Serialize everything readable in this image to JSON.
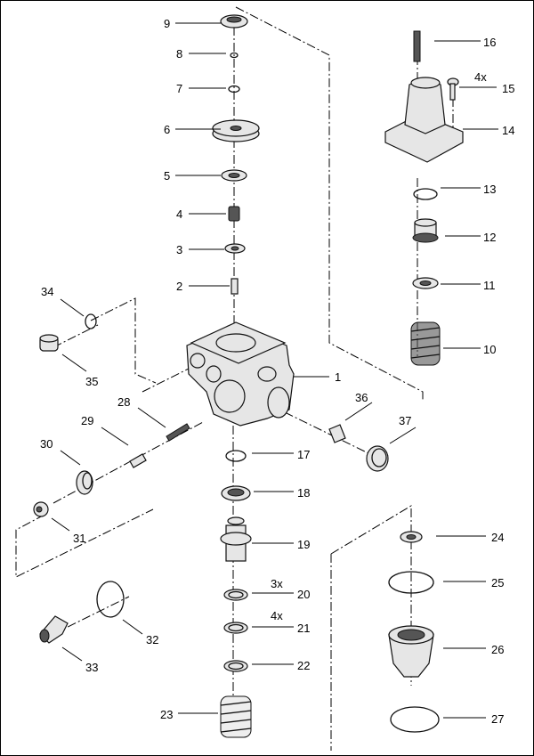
{
  "callouts": [
    {
      "id": "9",
      "label": "9"
    },
    {
      "id": "8",
      "label": "8"
    },
    {
      "id": "7",
      "label": "7"
    },
    {
      "id": "6",
      "label": "6"
    },
    {
      "id": "5",
      "label": "5"
    },
    {
      "id": "4",
      "label": "4"
    },
    {
      "id": "3",
      "label": "3"
    },
    {
      "id": "2",
      "label": "2"
    },
    {
      "id": "34",
      "label": "34"
    },
    {
      "id": "35",
      "label": "35"
    },
    {
      "id": "1",
      "label": "1"
    },
    {
      "id": "28",
      "label": "28"
    },
    {
      "id": "29",
      "label": "29"
    },
    {
      "id": "30",
      "label": "30"
    },
    {
      "id": "31",
      "label": "31"
    },
    {
      "id": "32",
      "label": "32"
    },
    {
      "id": "33",
      "label": "33"
    },
    {
      "id": "16",
      "label": "16"
    },
    {
      "id": "15",
      "label": "15"
    },
    {
      "id": "14",
      "label": "14"
    },
    {
      "id": "13",
      "label": "13"
    },
    {
      "id": "12",
      "label": "12"
    },
    {
      "id": "11",
      "label": "11"
    },
    {
      "id": "10",
      "label": "10"
    },
    {
      "id": "36",
      "label": "36"
    },
    {
      "id": "37",
      "label": "37"
    },
    {
      "id": "17",
      "label": "17"
    },
    {
      "id": "18",
      "label": "18"
    },
    {
      "id": "19",
      "label": "19"
    },
    {
      "id": "20",
      "label": "20"
    },
    {
      "id": "21",
      "label": "21"
    },
    {
      "id": "22",
      "label": "22"
    },
    {
      "id": "23",
      "label": "23"
    },
    {
      "id": "24",
      "label": "24"
    },
    {
      "id": "25",
      "label": "25"
    },
    {
      "id": "26",
      "label": "26"
    },
    {
      "id": "27",
      "label": "27"
    }
  ],
  "quantities": {
    "q15": "4x",
    "q20": "3x",
    "q21": "4x"
  }
}
